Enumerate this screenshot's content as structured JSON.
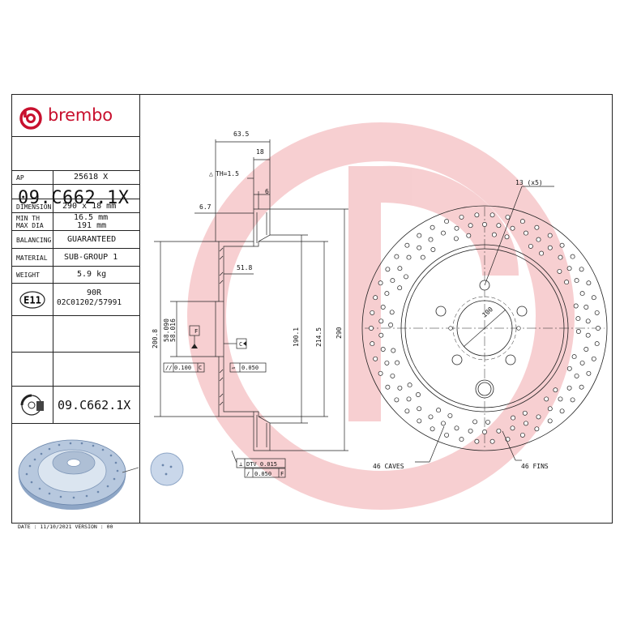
{
  "brand": {
    "name": "brembo",
    "color": "#c8102e"
  },
  "part_code": "09.C662.1X",
  "specs": [
    {
      "label": "AP",
      "value": "25618 X"
    },
    {
      "label": "DIMENSION",
      "value": "290 x 18 mm"
    },
    {
      "label": "MIN TH",
      "value": "16.5 mm"
    },
    {
      "label": "MAX DIA",
      "value": "191 mm"
    },
    {
      "label": "BALANCING",
      "value": "GUARANTEED"
    },
    {
      "label": "MATERIAL",
      "value": "SUB-GROUP 1"
    },
    {
      "label": "WEIGHT",
      "value": "5.9 kg"
    }
  ],
  "homologation": {
    "mark": "E11",
    "regulation": "90R",
    "number": "02C01202/57991"
  },
  "footer_code": "09.C662.1X",
  "date_line": "DATE : 11/10/2021 VERSION : 00",
  "section_view": {
    "dims": {
      "overall_width": "63.5",
      "disc_thickness": "18",
      "th": "TH=1.5",
      "vent": "6",
      "flange": "6.7",
      "hat_depth": "51.8",
      "dia_200": "200.8",
      "dia_58a": "58.090",
      "dia_58b": "58.016",
      "dia_190": "190.1",
      "dia_214": "214.5",
      "dia_290": "290"
    },
    "datum_f": "F",
    "datum_c": "C",
    "tol_parallel": "0.100",
    "tol_parallel_ref": "C",
    "tol_flat": "0.050",
    "dtv": "DTV 0.015",
    "runout": "0.050",
    "runout_ref": "F"
  },
  "front_view": {
    "holes_label": "13 (x5)",
    "pcd": "100",
    "caves_label": "46 CAVES",
    "fins_label": "46 FINS"
  }
}
